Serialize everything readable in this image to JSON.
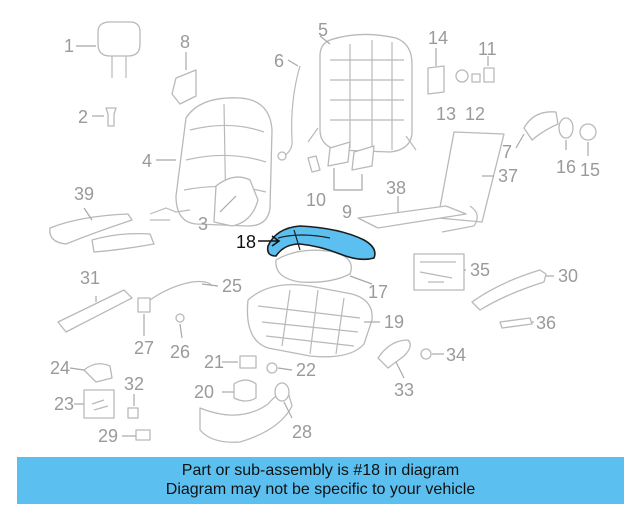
{
  "diagram": {
    "highlight_color": "#5bc0f0",
    "highlighted_part": "18",
    "callouts": [
      "1",
      "2",
      "3",
      "4",
      "5",
      "6",
      "7",
      "8",
      "9",
      "10",
      "11",
      "12",
      "13",
      "14",
      "15",
      "16",
      "17",
      "18",
      "19",
      "20",
      "21",
      "22",
      "23",
      "24",
      "25",
      "26",
      "27",
      "28",
      "29",
      "30",
      "31",
      "32",
      "33",
      "34",
      "35",
      "36",
      "37",
      "38",
      "39"
    ]
  },
  "banner": {
    "background": "#5bc0f0",
    "line1": "Part or sub-assembly is #18 in diagram",
    "line2": "Diagram may not be specific to your vehicle"
  }
}
